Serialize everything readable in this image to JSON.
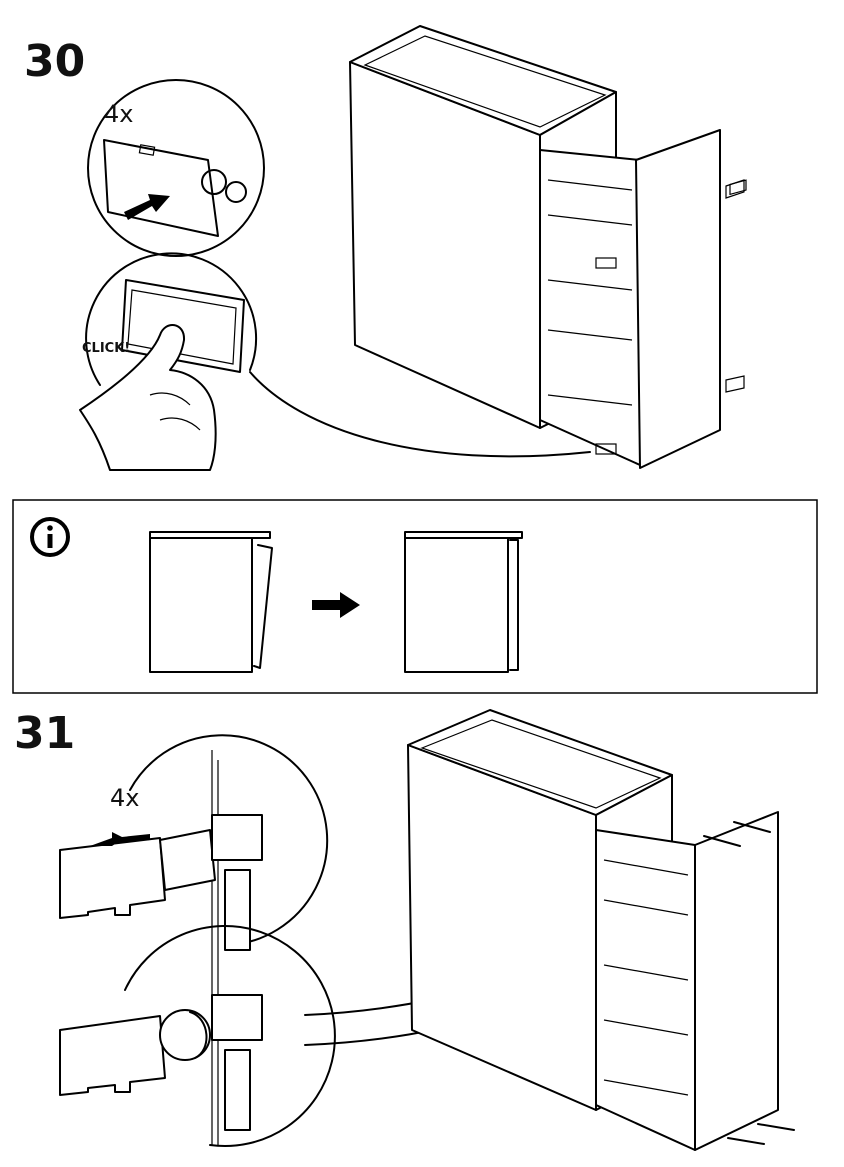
{
  "steps": [
    {
      "number": "30",
      "quantity": "4x",
      "sound_label": "CLICK!"
    },
    {
      "number": "31",
      "quantity": "4x"
    }
  ],
  "info_box": {
    "icon": "info-icon",
    "arrow_icon": "arrow-right-icon"
  }
}
